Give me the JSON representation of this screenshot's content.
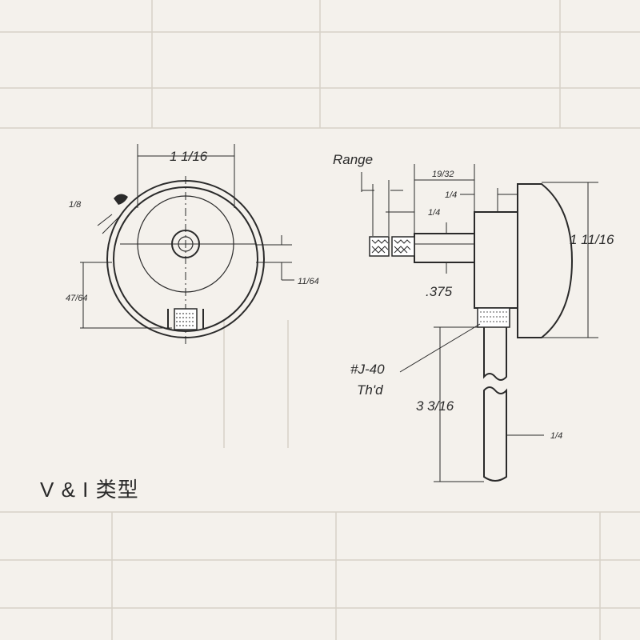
{
  "caption": "V & I 类型",
  "front_view": {
    "dim_width": "1 1/16",
    "dim_notch": "1/8",
    "dim_left": "47/64",
    "dim_right": "11/64"
  },
  "side_view": {
    "range_label": "Range",
    "dim_19_32": "19/32",
    "dim_quarter_top": "1/4",
    "dim_quarter_mid": "1/4",
    "dim_375": ".375",
    "dim_height": "1 11/16",
    "thread_line1": "#J-40",
    "thread_line2": "Th'd",
    "dim_stem": "3 3/16",
    "dim_stem_dia": "1/4"
  }
}
